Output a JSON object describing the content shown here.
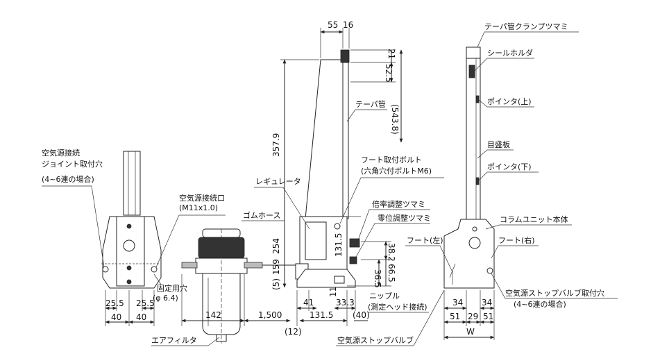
{
  "left_view": {
    "callout_joint": [
      "空気源接続",
      "ジョイント取付穴",
      "(4~6連の場合)"
    ],
    "callout_port": [
      "空気源接続口",
      "(M11x1.0)"
    ],
    "callout_fix": [
      "固定用穴",
      "(φ 6.4)"
    ],
    "dims": [
      "25.5",
      "25.5",
      "40",
      "40"
    ]
  },
  "middle_view": {
    "labels": {
      "tube": "テーパ管",
      "foot_bolt": [
        "フート取付ボルト",
        "(六角穴付ボルトM6)"
      ],
      "regulator": "レギュレータ",
      "hose": "ゴムホース",
      "scale_knob": "倍率調整ツマミ",
      "zero_knob": "零位調整ツマミ",
      "nipple": [
        "ニップル",
        "(測定ヘッド接続)"
      ],
      "air_filter": "エアフィルタ",
      "stop_valve": "空気源ストップバルブ"
    },
    "dims": {
      "top_55": "55",
      "top_16": "16",
      "d21": "21",
      "d52_5": "52.5",
      "d543_8": "(543.8)",
      "d357_9": "357.9",
      "d254": "254",
      "d159": "159",
      "d131_5v": "131.5",
      "d5": "(5)",
      "d11": "11",
      "d38_2": "38.2",
      "d36_5": "36.5",
      "d66_5": "66.5",
      "d142": "142",
      "d1500": "1,500",
      "d41": "41",
      "d33_3": "33.3",
      "d131_5h": "131.5",
      "d40p": "(40)",
      "d12": "(12)"
    }
  },
  "right_view": {
    "labels": {
      "clamp_knob": "テーパ管クランプツマミ",
      "seal_holder": "シールホルダ",
      "pointer_up": "ポインタ(上)",
      "scale_plate": "目盛板",
      "pointer_down": "ポインタ(下)",
      "column_unit": "コラムユニット本体",
      "foot_left": "フート(左)",
      "foot_right": "フート(右)",
      "valve_hole": [
        "空気源ストップバルブ取付穴",
        "(4~6連の場合)"
      ]
    },
    "dims": {
      "d34a": "34",
      "d34b": "34",
      "d51a": "51",
      "d29": "29",
      "d51b": "51",
      "W": "W"
    }
  }
}
